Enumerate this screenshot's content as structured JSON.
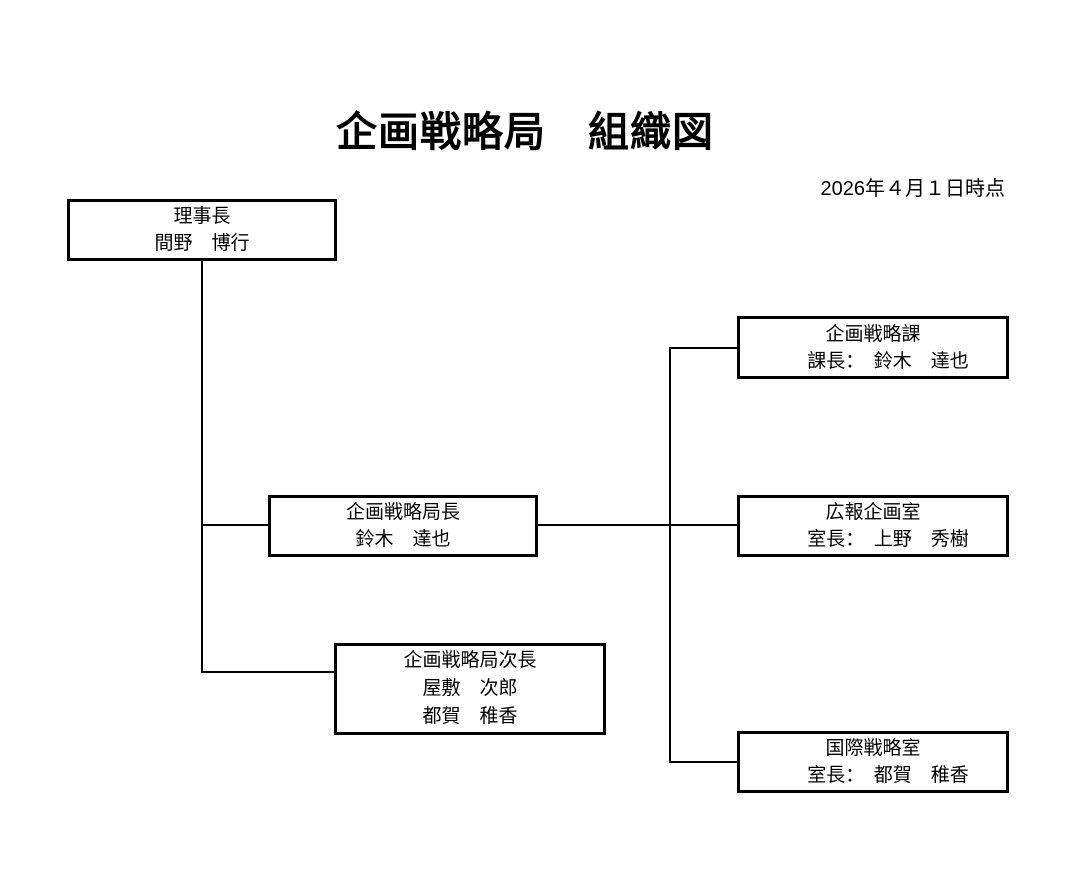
{
  "header": {
    "title": "企画戦略局　組織図",
    "date_note": "2026年４月１日時点"
  },
  "colors": {
    "background": "#ffffff",
    "line": "#000000",
    "text": "#000000"
  },
  "org": {
    "chairman": {
      "title": "理事長",
      "members": [
        "間野　博行"
      ]
    },
    "director": {
      "title": "企画戦略局長",
      "members": [
        "鈴木　達也"
      ]
    },
    "deputy": {
      "title": "企画戦略局次長",
      "members": [
        "屋敷　次郎",
        "都賀　稚香"
      ]
    },
    "section": {
      "title": "企画戦略課",
      "members": [
        "課長：　鈴木　達也"
      ]
    },
    "pr": {
      "title": "広報企画室",
      "members": [
        "室長：　上野　秀樹"
      ]
    },
    "intl": {
      "title": "国際戦略室",
      "members": [
        "室長：　都賀　稚香"
      ]
    }
  }
}
